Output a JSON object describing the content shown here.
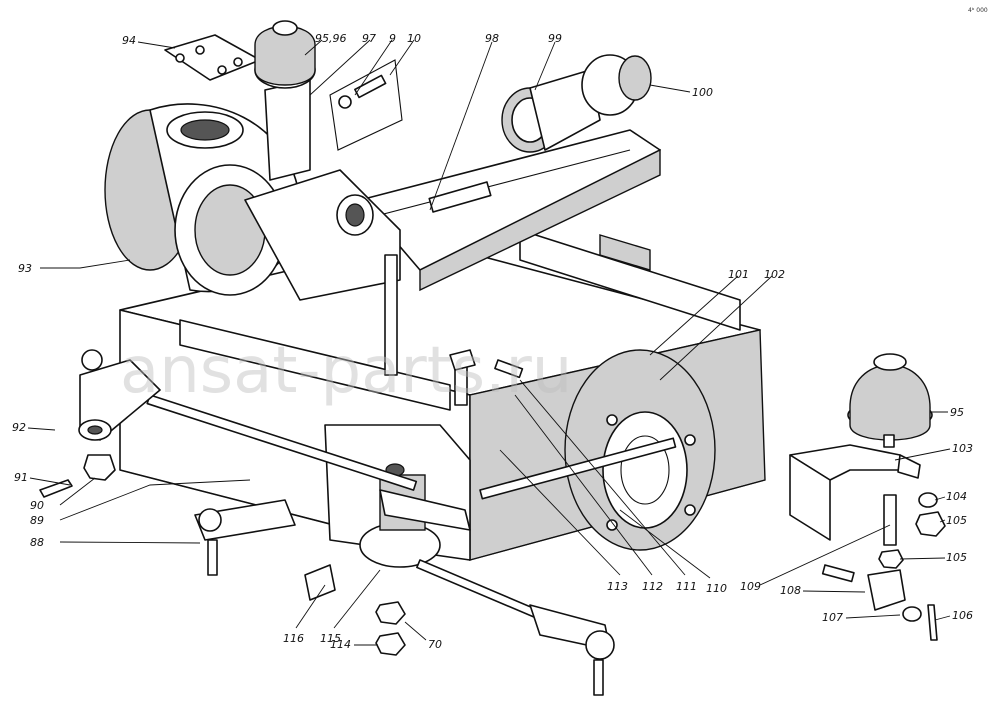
{
  "watermark": "ansat-parts.ru",
  "corner_mark": "4ᵇ 000",
  "callouts": [
    "94",
    "95,96",
    "97",
    "9",
    "10",
    "98",
    "99",
    "100",
    "93",
    "101",
    "102",
    "95",
    "92",
    "103",
    "91",
    "104",
    "105",
    "90",
    "89",
    "88",
    "105",
    "109",
    "108",
    "113",
    "112",
    "111",
    "110",
    "107",
    "106",
    "116",
    "115",
    "114",
    "70"
  ]
}
